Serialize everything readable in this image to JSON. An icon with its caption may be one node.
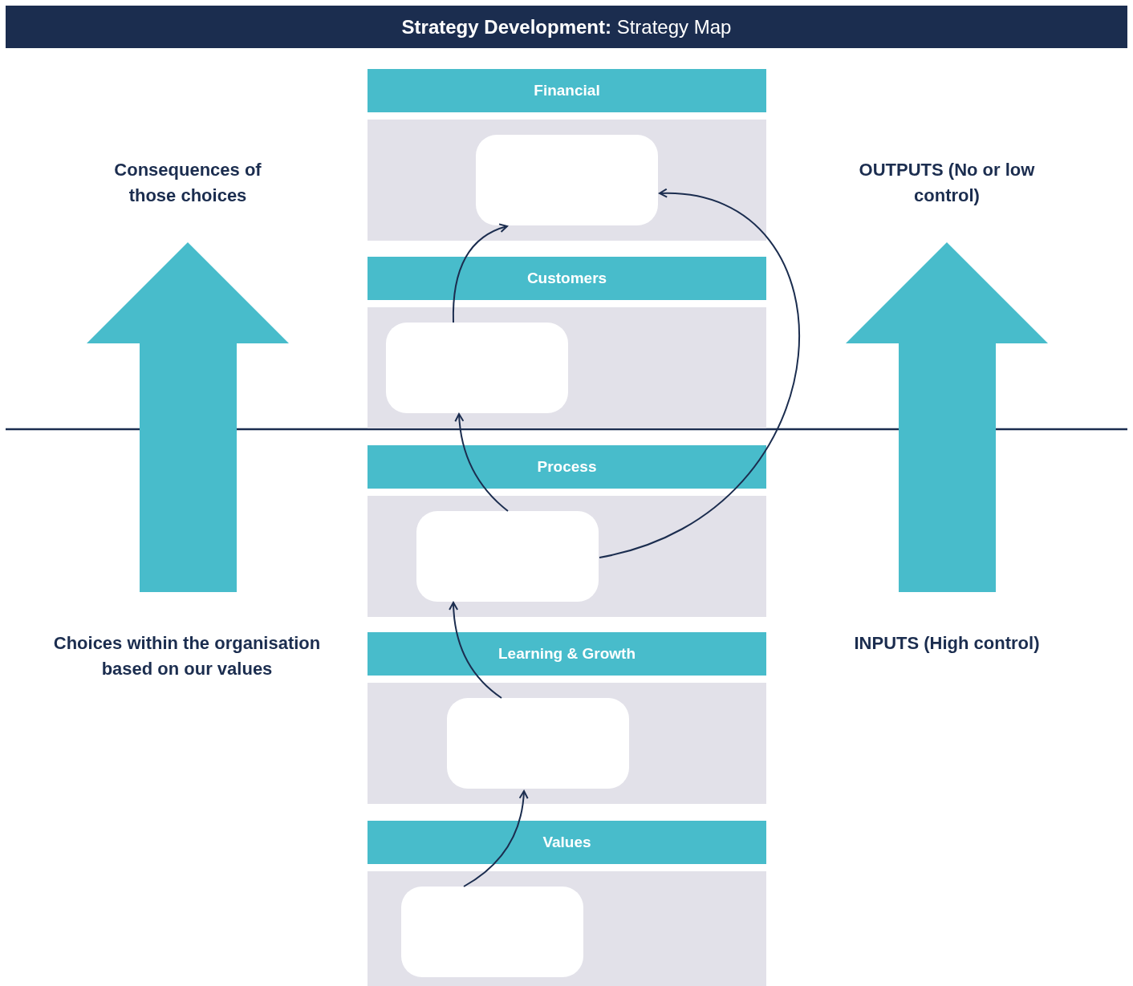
{
  "diagram": {
    "title": "**Strategy Development:** Strategy Map",
    "nodes": [
      {
        "text": [
          "Financial"
        ]
      },
      {
        "text": [],
        "shape": "box",
        "in": 0
      },
      {
        "text": [
          "Customers"
        ]
      },
      {
        "text": [],
        "shape": "box",
        "in": 2
      },
      {
        "text": [
          "Process"
        ]
      },
      {
        "text": [],
        "shape": "box",
        "in": 4
      },
      {
        "text": [
          "Learning & Growth"
        ]
      },
      {
        "text": [],
        "shape": "box",
        "in": 6
      },
      {
        "text": [
          "Values"
        ]
      },
      {
        "text": [],
        "shape": "box",
        "in": 8
      }
    ],
    "edges": [
      {
        "from": 9,
        "to": 7,
        "arrow": "to"
      },
      {
        "from": 7,
        "to": 5,
        "arrow": "to"
      },
      {
        "from": 5,
        "to": 3,
        "arrow": "to"
      },
      {
        "from": 3,
        "to": 1,
        "arrow": "to"
      },
      {
        "from": 5,
        "to": 1,
        "arrow": "to"
      }
    ],
    "labels": [
      "Consequences of those choices",
      "OUTPUTS (No or low control)",
      "Choices within the organisation based on our values",
      "INPUTS (High control)"
    ]
  }
}
